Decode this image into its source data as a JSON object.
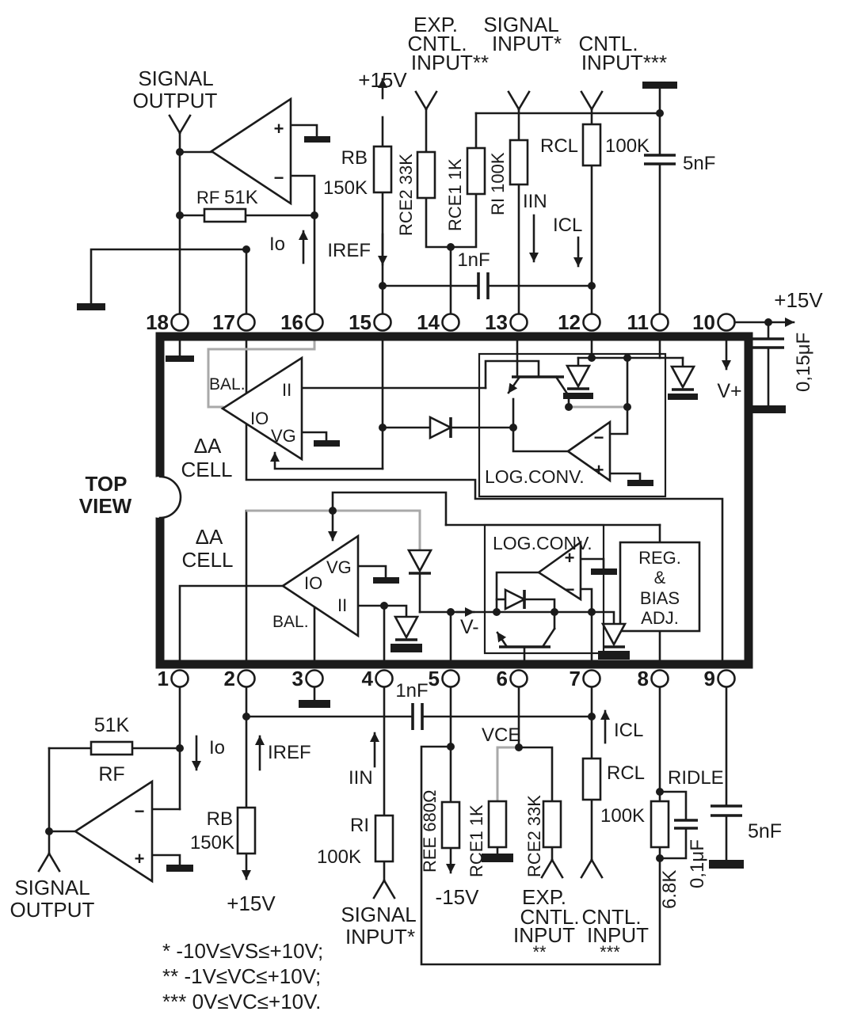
{
  "colors": {
    "ink": "#1b1b1b",
    "gray_wire": "#a9a9a9",
    "background": "#ffffff"
  },
  "t": {
    "signal": "SIGNAL",
    "output": "OUTPUT",
    "p15v": "+15V",
    "m15v": "-15V",
    "exp": "EXP.",
    "cntl": "CNTL.",
    "input": "INPUT",
    "input_s": "INPUT*",
    "input_ss": "INPUT**",
    "input_sss": "INPUT***",
    "ss": "**",
    "sss": "***",
    "rb": "RB",
    "rb_v": "150K",
    "rce2_rot": "RCE2 33K",
    "rce1_rot": "RCE1 1K",
    "ri_rot": "RI 100K",
    "rcl": "RCL",
    "rcl_v": "100K",
    "ri": "RI",
    "ri_v": "100K",
    "ree_rot": "REE 680Ω",
    "ridle": "RIDLE",
    "r68_rot": "6.8K",
    "c01_rot": "0,1μF",
    "c015_rot": "0,15μF",
    "c5nf": "5nF",
    "c1nf": "1nF",
    "iref": "IREF",
    "iin": "IIN",
    "icl": "ICL",
    "io": "Io",
    "rf": "RF",
    "r51k": "51K",
    "vce": "VCE",
    "vplus": "V+",
    "vminus": "V-",
    "top": "TOP",
    "view": "VIEW",
    "da": "ΔA",
    "cell": "CELL",
    "bal": "BAL.",
    "ii": "II",
    "io_c": "IO",
    "vg": "VG",
    "logconv": "LOG.CONV.",
    "reg": "REG.",
    "amp": "&",
    "bias": "BIAS",
    "adj": "ADJ.",
    "plus": "+",
    "minus": "−"
  },
  "pins_top": [
    "18",
    "17",
    "16",
    "15",
    "14",
    "13",
    "12",
    "11",
    "10"
  ],
  "pins_bottom": [
    "1",
    "2",
    "3",
    "4",
    "5",
    "6",
    "7",
    "8",
    "9"
  ],
  "notes": [
    "*  -10V≤VS≤+10V;",
    "**  -1V≤VC≤+10V;",
    "***  0V≤VC≤+10V."
  ]
}
